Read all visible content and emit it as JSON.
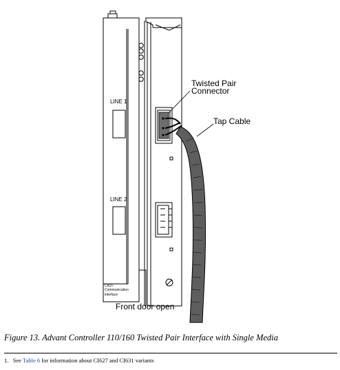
{
  "figure": {
    "labels": {
      "line1": "LINE 1",
      "line2": "LINE 2",
      "connector_line1": "Twisted Pair",
      "connector_line2": "Connector",
      "tap_cable": "Tap Cable",
      "front_door": "Front door open",
      "module_name_1": "CI627",
      "module_name_2": "Communication",
      "module_name_3": "interface"
    }
  },
  "caption": "Figure 13. Advant Controller 110/160 Twisted Pair Interface with Single Media",
  "footnote": {
    "number": "1.",
    "text_before": "See",
    "link": "Table 6",
    "text_after": "for information about CI627 and CI631 variants"
  }
}
